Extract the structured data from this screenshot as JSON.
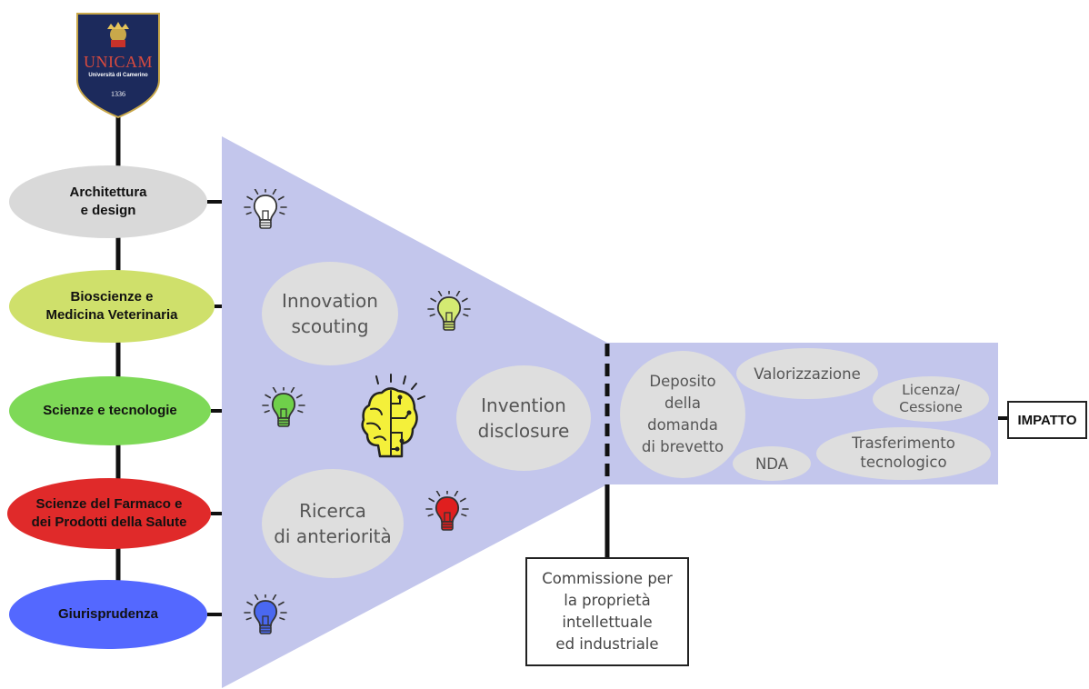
{
  "logo": {
    "name": "UNICAM",
    "subtitle": "Università di Camerino",
    "year": "1336",
    "color": "#1c2a5c",
    "accent": "#c8322a"
  },
  "departments": [
    {
      "label": "Architettura\ne design",
      "color": "#d9d9d9",
      "bulb_color": "#ffffff"
    },
    {
      "label": "Bioscienze e\nMedicina Veterinaria",
      "color": "#cfe06b",
      "bulb_color": "#d4ea72"
    },
    {
      "label": "Scienze e tecnologie",
      "color": "#7ed957",
      "bulb_color": "#6fd04a"
    },
    {
      "label": "Scienze del Farmaco e\ndei Prodotti della Salute",
      "color": "#e02a2a",
      "bulb_color": "#e01f1f"
    },
    {
      "label": "Giurisprudenza",
      "color": "#5468ff",
      "bulb_color": "#4a68f0"
    }
  ],
  "funnel": {
    "color": "#c3c6ec",
    "stages": [
      {
        "label": "Innovation\nscouting"
      },
      {
        "label": "Invention\ndisclosure"
      },
      {
        "label": "Ricerca\ndi anteriorità"
      }
    ],
    "brain_icon": "brain-circuit-icon",
    "brain_color": "#f4f03a"
  },
  "channel": {
    "items": {
      "deposito": "Deposito\ndella\ndomanda\ndi brevetto",
      "valorizzazione": "Valorizzazione",
      "licenza": "Licenza/\nCessione",
      "nda": "NDA",
      "trasferimento": "Trasferimento\ntecnologico"
    }
  },
  "commissione": "Commissione per\nla proprietà\nintellettuale\ned industriale",
  "impatto": "IMPATTO"
}
